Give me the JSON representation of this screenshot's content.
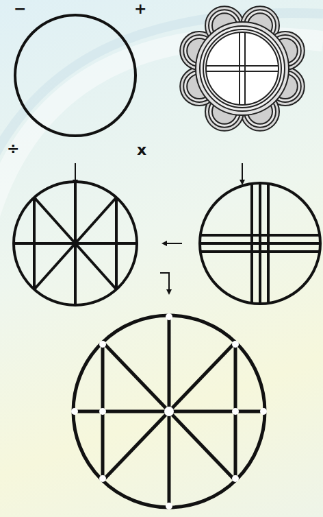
{
  "diagram": {
    "labels": [
      "−",
      "+",
      "÷",
      "x"
    ]
  }
}
